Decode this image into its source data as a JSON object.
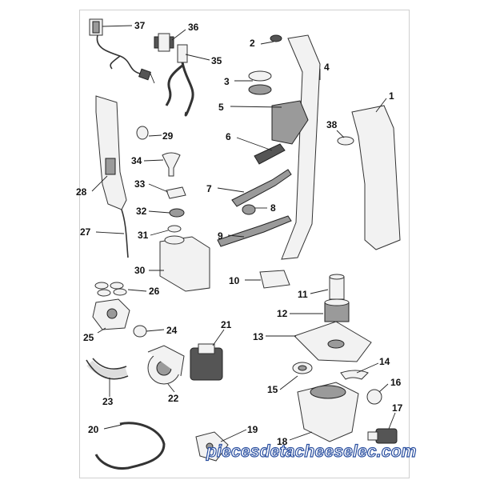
{
  "diagram": {
    "callouts": [
      "1",
      "2",
      "3",
      "4",
      "5",
      "6",
      "7",
      "8",
      "9",
      "10",
      "11",
      "12",
      "13",
      "14",
      "15",
      "16",
      "17",
      "18",
      "19",
      "20",
      "21",
      "22",
      "23",
      "24",
      "25",
      "26",
      "27",
      "28",
      "29",
      "30",
      "31",
      "32",
      "33",
      "34",
      "35",
      "36",
      "37",
      "38"
    ]
  },
  "watermark": {
    "text": "piecesdetacheeselec.com"
  },
  "colors": {
    "watermark_fill": "#ffffff",
    "watermark_outline": "#2a4fa0",
    "line": "#222222"
  }
}
